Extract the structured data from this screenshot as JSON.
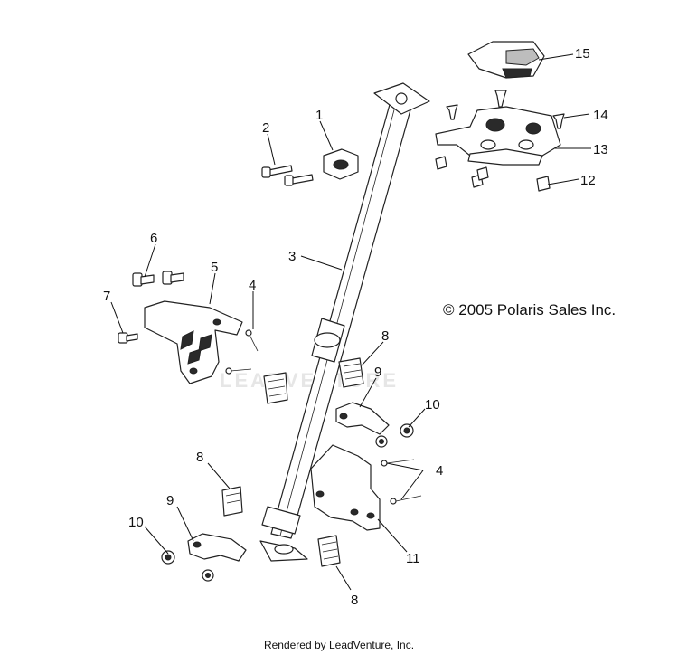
{
  "copyright": "© 2005 Polaris Sales Inc.",
  "footer": "Rendered by LeadVenture, Inc.",
  "watermark": "LEADVENTURE",
  "callouts": [
    "1",
    "2",
    "3",
    "4",
    "4",
    "5",
    "6",
    "7",
    "8",
    "8",
    "8",
    "9",
    "9",
    "10",
    "10",
    "11",
    "12",
    "13",
    "14",
    "15"
  ]
}
